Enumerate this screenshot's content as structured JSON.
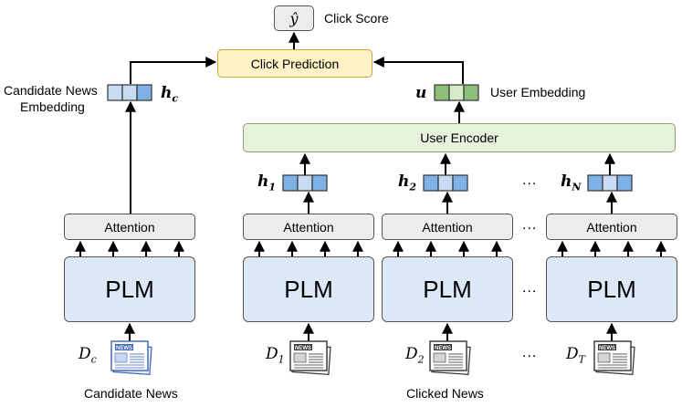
{
  "output": {
    "symbol": "ŷ",
    "label": "Click Score"
  },
  "click_prediction": {
    "label": "Click Prediction"
  },
  "candidate": {
    "embedding_label_line1": "Candidate News",
    "embedding_label_line2": "Embedding",
    "vector_symbol": "h",
    "vector_sub": "c",
    "attention_label": "Attention",
    "plm_label": "PLM",
    "doc_symbol": "D",
    "doc_sub": "c",
    "caption": "Candidate News"
  },
  "user": {
    "vector_symbol": "u",
    "embedding_label": "User Embedding",
    "encoder_label": "User Encoder"
  },
  "clicked": {
    "caption": "Clicked News",
    "columns": [
      {
        "h_symbol": "h",
        "h_sub": "1",
        "attention_label": "Attention",
        "plm_label": "PLM",
        "doc_symbol": "D",
        "doc_sub": "1"
      },
      {
        "h_symbol": "h",
        "h_sub": "2",
        "attention_label": "Attention",
        "plm_label": "PLM",
        "doc_symbol": "D",
        "doc_sub": "2"
      },
      {
        "h_symbol": "h",
        "h_sub": "N",
        "attention_label": "Attention",
        "plm_label": "PLM",
        "doc_symbol": "D",
        "doc_sub": "T"
      }
    ],
    "ellipsis": "..."
  },
  "newspaper_text": "NEWS",
  "colors": {
    "vector_blue": "#7fb0e6",
    "vector_light": "#c7dcf3",
    "vector_green": "#8cc07a",
    "vector_green_light": "#d5ebc9",
    "plm_fill": "#dde8f6",
    "prediction_fill": "#fff2c6",
    "encoder_fill": "#e6f2dc"
  }
}
